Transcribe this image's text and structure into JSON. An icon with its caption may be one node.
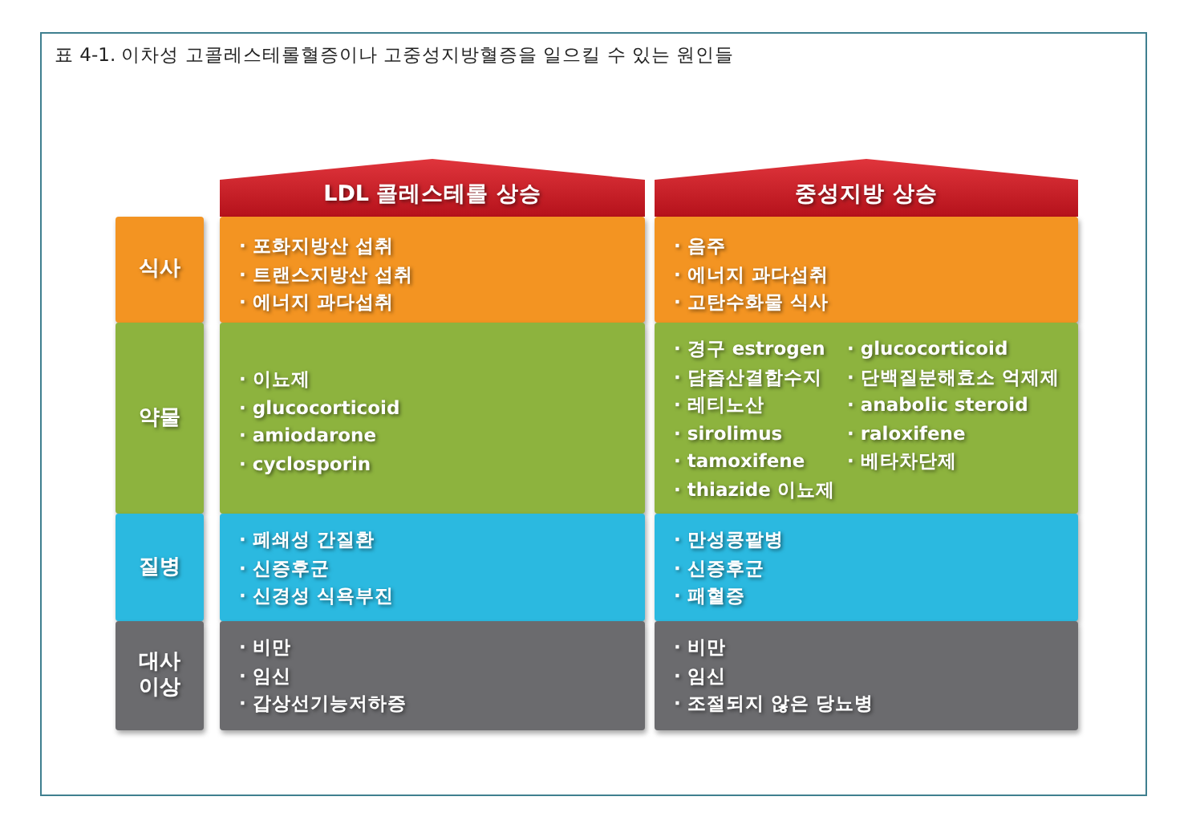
{
  "diagram": {
    "title": "표 4-1. 이차성 고콜레스테롤혈증이나 고중성지방혈증을 일으킬 수 있는 원인들",
    "nodes": [
      {
        "text": [
          "LDL 콜레스테롤 상승"
        ]
      },
      {
        "text": [
          "중성지방 상승"
        ]
      },
      {
        "text": [
          "식사"
        ]
      },
      {
        "text": [
          "약물"
        ]
      },
      {
        "text": [
          "질병"
        ]
      },
      {
        "text": [
          "대사 이상"
        ]
      },
      {
        "text": [
          "· 포화지방산 섭취",
          "· 트랜스지방산 섭취",
          "· 에너지 과다섭취"
        ]
      },
      {
        "text": [
          "· 음주",
          "· 에너지 과다섭취",
          "· 고탄수화물 식사"
        ]
      },
      {
        "text": [
          "· 이뇨제",
          "· glucocorticoid",
          "· amiodarone",
          "· cyclosporin"
        ]
      },
      {
        "text": [
          "· 경구 estrogen",
          "· 담즙산결합수지",
          "· 레티노산",
          "· sirolimus",
          "· tamoxifene",
          "· thiazide 이뇨제",
          "· glucocorticoid",
          "· 단백질분해효소 억제제",
          "· anabolic steroid",
          "· raloxifene",
          "· 베타차단제"
        ]
      },
      {
        "text": [
          "· 폐쇄성 간질환",
          "· 신증후군",
          "· 신경성 식욕부진"
        ]
      },
      {
        "text": [
          "· 만성콩팥병",
          "· 신증후군",
          "· 패혈증"
        ]
      },
      {
        "text": [
          "· 비만",
          "· 임신",
          "· 갑상선기능저하증"
        ]
      },
      {
        "text": [
          "· 비만",
          "· 임신",
          "· 조절되지 않은 당뇨병"
        ]
      }
    ]
  }
}
